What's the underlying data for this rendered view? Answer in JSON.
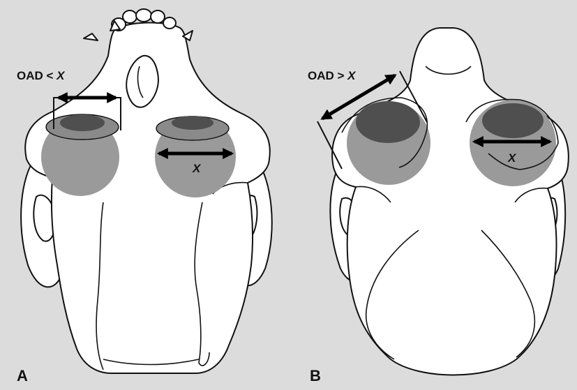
{
  "panels": [
    {
      "letter": "A",
      "label_prefix": "OAD < ",
      "label_var": "X",
      "eye_label": "X"
    },
    {
      "letter": "B",
      "label_prefix": "OAD > ",
      "label_var": "X",
      "eye_label": "X"
    }
  ],
  "colors": {
    "background": "#dcdcdc",
    "skull_fill": "#ffffff",
    "outline": "#111111",
    "eye_light": "#9a9a9a",
    "eye_dark": "#4f4f4f"
  }
}
